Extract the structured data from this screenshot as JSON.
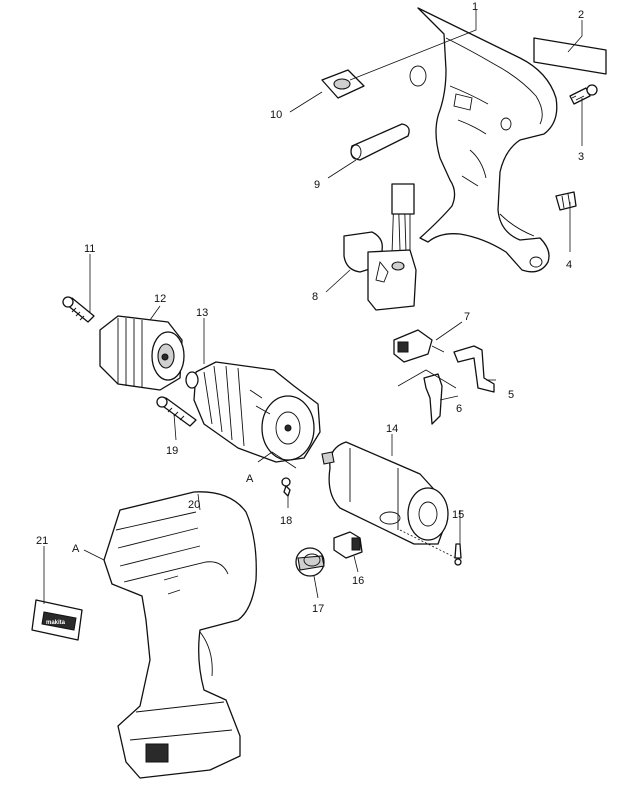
{
  "callouts": [
    "1",
    "2",
    "3",
    "4",
    "5",
    "6",
    "7",
    "8",
    "9",
    "10",
    "11",
    "12",
    "13",
    "14",
    "15",
    "16",
    "17",
    "18",
    "19",
    "20",
    "21"
  ],
  "view_marker": "A",
  "label_logo_text": "makita"
}
